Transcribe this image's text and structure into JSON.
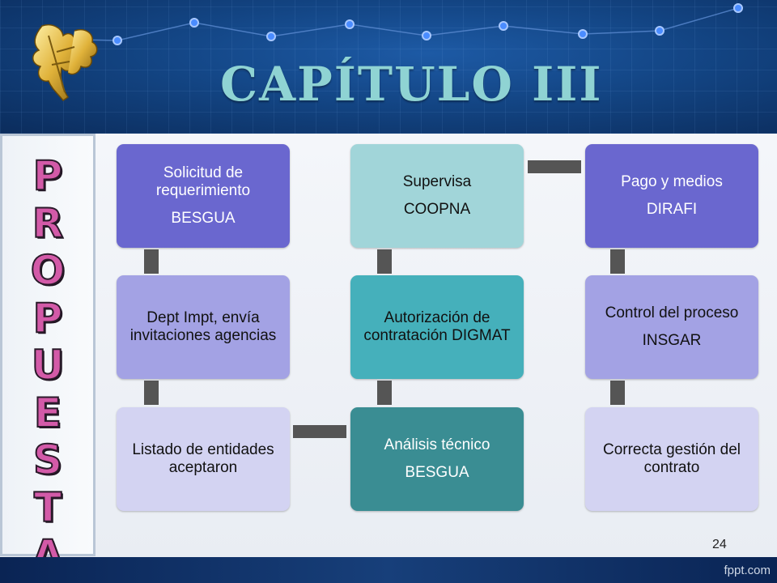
{
  "title": "CAPÍTULO III",
  "sidebar_word": [
    "P",
    "R",
    "O",
    "P",
    "U",
    "E",
    "S",
    "T",
    "A"
  ],
  "columns": [
    {
      "boxes": [
        {
          "line1": "Solicitud de requerimiento",
          "line2": "BESGUA"
        },
        {
          "line1": "Dept Impt, envía invitaciones agencias",
          "line2": ""
        },
        {
          "line1": "Listado de entidades aceptaron",
          "line2": ""
        }
      ]
    },
    {
      "boxes": [
        {
          "line1": "Supervisa",
          "line2": "COOPNA"
        },
        {
          "line1": "Autorización de contratación DIGMAT",
          "line2": ""
        },
        {
          "line1": "Análisis técnico",
          "line2": "BESGUA"
        }
      ]
    },
    {
      "boxes": [
        {
          "line1": "Pago y medios",
          "line2": "DIRAFI"
        },
        {
          "line1": "Control del proceso",
          "line2": "INSGAR"
        },
        {
          "line1": "Correcta gestión del contrato",
          "line2": ""
        }
      ]
    }
  ],
  "page_number": "24",
  "footer_brand": "fppt.com",
  "colors": {
    "title": "#8fd3d3",
    "sidebar_letters": "#d35aa8",
    "dark_purple": "#6a67cf",
    "teal": "#45b0bb"
  }
}
